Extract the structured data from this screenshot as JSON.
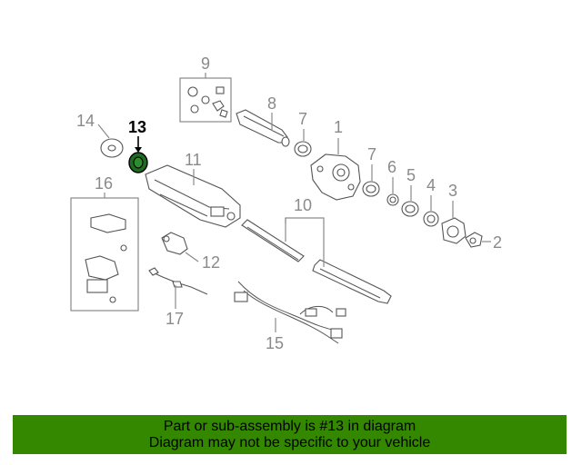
{
  "diagram": {
    "callouts": {
      "c1": "1",
      "c2": "2",
      "c3": "3",
      "c4": "4",
      "c5": "5",
      "c6": "6",
      "c7a": "7",
      "c7b": "7",
      "c8": "8",
      "c9": "9",
      "c10": "10",
      "c11": "11",
      "c12": "12",
      "c13": "13",
      "c14": "14",
      "c15": "15",
      "c16": "16",
      "c17": "17"
    },
    "highlight_color": "#1f6b1f",
    "highlighted_part": "13"
  },
  "banner": {
    "line1": "Part or sub-assembly is #13 in diagram",
    "line2": "Diagram may not be specific to your vehicle",
    "background": "#338800"
  }
}
